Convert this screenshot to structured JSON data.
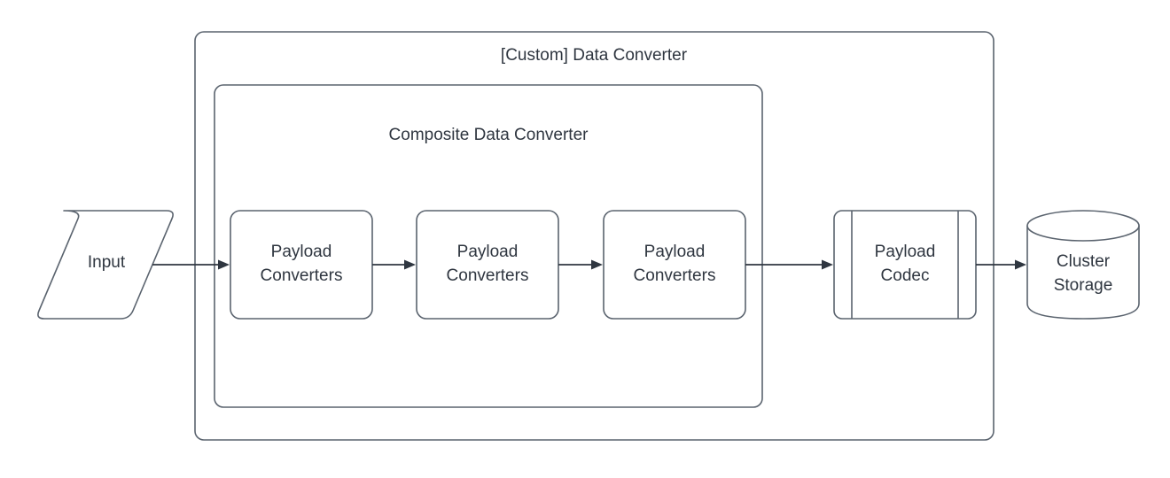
{
  "diagram": {
    "type": "flowchart",
    "title": "[Custom] Data Converter",
    "colors": {
      "shape_stroke": "#5a636e",
      "connector": "#2f3640",
      "text": "#2f3640",
      "background": "#ffffff"
    },
    "containers": [
      {
        "id": "custom-data-converter",
        "label": "[Custom] Data Converter",
        "shape": "rounded-rectangle",
        "label_position": "top-center"
      },
      {
        "id": "composite-data-converter",
        "label": "Composite Data Converter",
        "shape": "rounded-rectangle",
        "label_position": "top-center"
      }
    ],
    "nodes": [
      {
        "id": "input",
        "label": "Input",
        "shape": "parallelogram"
      },
      {
        "id": "payload-converters-1",
        "label_line1": "Payload",
        "label_line2": "Converters",
        "shape": "rounded-rectangle"
      },
      {
        "id": "payload-converters-2",
        "label_line1": "Payload",
        "label_line2": "Converters",
        "shape": "rounded-rectangle"
      },
      {
        "id": "payload-converters-3",
        "label_line1": "Payload",
        "label_line2": "Converters",
        "shape": "rounded-rectangle"
      },
      {
        "id": "payload-codec",
        "label_line1": "Payload",
        "label_line2": "Codec",
        "shape": "process-subroutine"
      },
      {
        "id": "cluster-storage",
        "label_line1": "Cluster",
        "label_line2": "Storage",
        "shape": "cylinder"
      }
    ],
    "edges": [
      {
        "id": "edge-input-to-pc1",
        "from": "input",
        "to": "payload-converters-1",
        "arrow": "single",
        "style": "solid"
      },
      {
        "id": "edge-pc1-to-pc2",
        "from": "payload-converters-1",
        "to": "payload-converters-2",
        "arrow": "single",
        "style": "solid"
      },
      {
        "id": "edge-pc2-to-pc3",
        "from": "payload-converters-2",
        "to": "payload-converters-3",
        "arrow": "single",
        "style": "solid"
      },
      {
        "id": "edge-pc3-to-codec",
        "from": "payload-converters-3",
        "to": "payload-codec",
        "arrow": "single",
        "style": "solid"
      },
      {
        "id": "edge-codec-to-storage",
        "from": "payload-codec",
        "to": "cluster-storage",
        "arrow": "single",
        "style": "solid"
      }
    ]
  }
}
